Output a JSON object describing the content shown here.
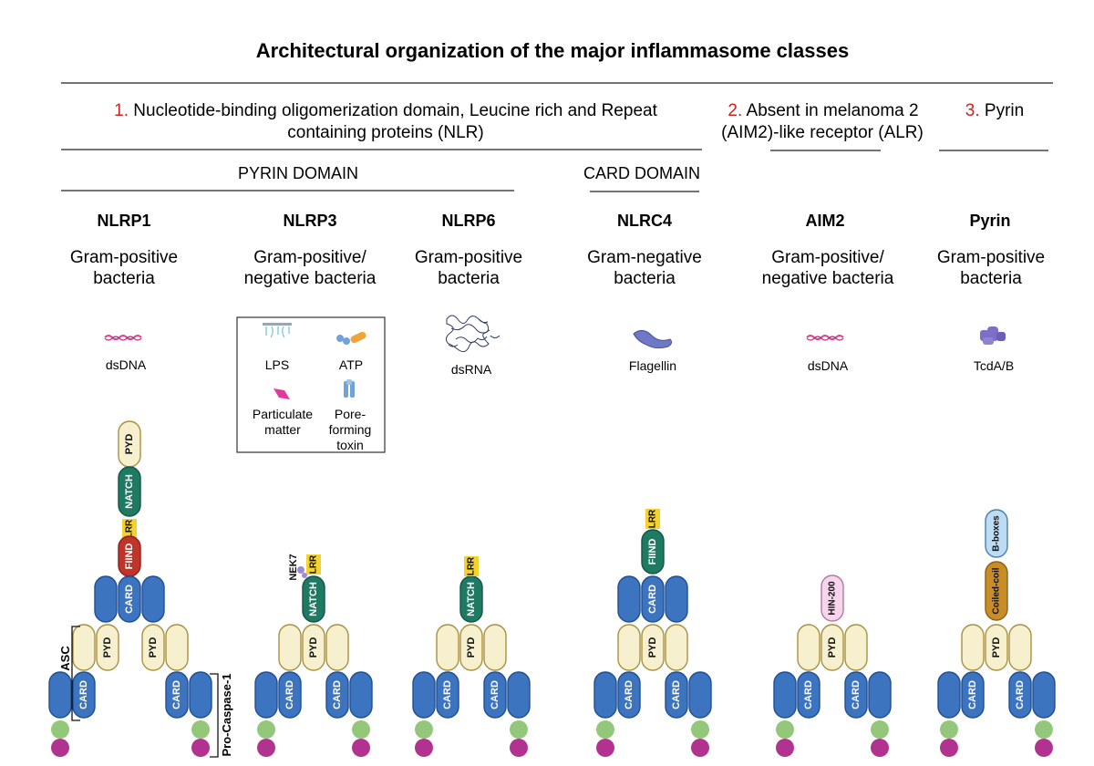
{
  "title": "Architectural organization of the major inflammasome classes",
  "classes": [
    {
      "num": "1.",
      "line1": "Nucleotide-binding oligomerization domain, Leucine rich and Repeat",
      "line2": "containing proteins (NLR)"
    },
    {
      "num": "2.",
      "line1": "Absent in melanoma 2",
      "line2": "(AIM2)-like receptor (ALR)"
    },
    {
      "num": "3.",
      "line1": "Pyrin",
      "line2": ""
    }
  ],
  "subgroups": [
    "PYRIN DOMAIN",
    "CARD DOMAIN"
  ],
  "columns": [
    {
      "name": "NLRP1",
      "bact1": "Gram-positive",
      "bact2": "bacteria",
      "ligand": "dsDNA"
    },
    {
      "name": "NLRP3",
      "bact1": "Gram-positive/",
      "bact2": "negative bacteria",
      "ligands": {
        "lps": "LPS",
        "atp": "ATP",
        "pm1": "Particulate",
        "pm2": "matter",
        "pf1": "Pore-",
        "pf2": "forming",
        "pf3": "toxin"
      }
    },
    {
      "name": "NLRP6",
      "bact1": "Gram-positive",
      "bact2": "bacteria",
      "ligand": "dsRNA"
    },
    {
      "name": "NLRC4",
      "bact1": "Gram-negative",
      "bact2": "bacteria",
      "ligand": "Flagellin"
    },
    {
      "name": "AIM2",
      "bact1": "Gram-positive/",
      "bact2": "negative bacteria",
      "ligand": "dsDNA"
    },
    {
      "name": "Pyrin",
      "bact1": "Gram-positive",
      "bact2": "bacteria",
      "ligand": "TcdA/B"
    }
  ],
  "domains": {
    "pyd": "PYD",
    "natch": "NATCH",
    "lrr": "LRR",
    "fiind": "FIIND",
    "card": "CARD",
    "nek7": "NEK7",
    "hin200": "HIN-200",
    "coiled": "Coiled-coil",
    "bbox": "B-boxes"
  },
  "brackets": {
    "asc": "ASC",
    "procasp": "Pro-Caspase-1"
  },
  "colors": {
    "red": "#d0211c",
    "pyd": "#f6f0cf",
    "pyd_stroke": "#a8913f",
    "natch": "#1f7a63",
    "fiind": "#c0352b",
    "lrr": "#f3d22e",
    "card": "#3d74c0",
    "card_stroke": "#1e4f95",
    "green": "#93c87a",
    "magenta": "#b2338f",
    "hin": "#f7d5ec",
    "coiled": "#c98d28",
    "bbox": "#bcdcf4"
  }
}
